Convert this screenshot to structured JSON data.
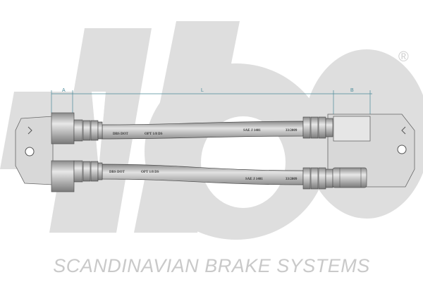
{
  "brand": {
    "tagline": "SCANDINAVIAN BRAKE SYSTEMS",
    "logo": "sbs",
    "registered": "®"
  },
  "dimensions": {
    "a": "A",
    "l": "L",
    "b": "B"
  },
  "hose_top": {
    "mark1": "DBS DOT",
    "mark2": "OPT 1/8 DS",
    "mark3": "SAE J 1401",
    "mark4": "33/2009"
  },
  "hose_bottom": {
    "mark1": "DBS DOT",
    "mark2": "OPT 1/8 DS",
    "mark3": "SAE J 1401",
    "mark4": "33/2009"
  },
  "colors": {
    "watermark": "#dcdcdc",
    "dimension": "#4a8a99",
    "metal": "#b8b8b8"
  }
}
